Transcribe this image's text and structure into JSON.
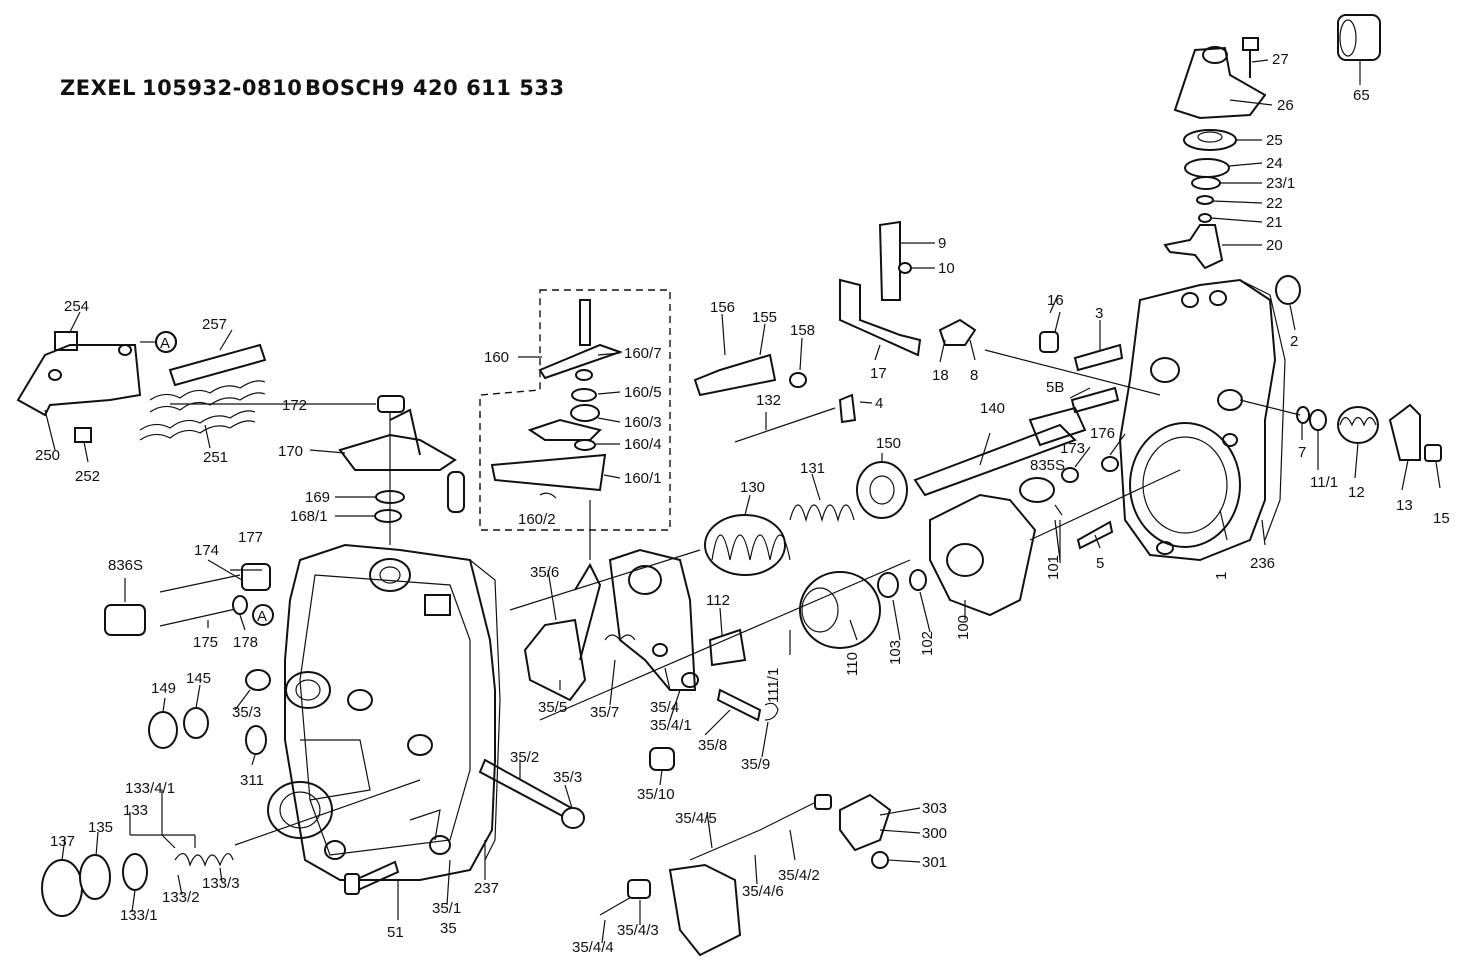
{
  "header": {
    "zexel_label": "ZEXEL",
    "zexel_number": "105932-0810",
    "bosch_label": "BOSCH",
    "bosch_number": "9 420 611 533"
  },
  "parts": {
    "p1": "1",
    "p2": "2",
    "p3": "3",
    "p4": "4",
    "p5": "5",
    "p5b": "5B",
    "p7": "7",
    "p8": "8",
    "p9": "9",
    "p10": "10",
    "p11_1": "11/1",
    "p12": "12",
    "p13": "13",
    "p15": "15",
    "p16": "16",
    "p17": "17",
    "p18": "18",
    "p20": "20",
    "p21": "21",
    "p22": "22",
    "p23_1": "23/1",
    "p24": "24",
    "p25": "25",
    "p26": "26",
    "p27": "27",
    "p65": "65",
    "p35": "35",
    "p35_1": "35/1",
    "p35_2": "35/2",
    "p35_3a": "35/3",
    "p35_3b": "35/3",
    "p35_4": "35/4",
    "p35_4_1": "35/4/1",
    "p35_4_2": "35/4/2",
    "p35_4_3": "35/4/3",
    "p35_4_4": "35/4/4",
    "p35_4_5": "35/4/5",
    "p35_4_6": "35/4/6",
    "p35_5": "35/5",
    "p35_6": "35/6",
    "p35_7": "35/7",
    "p35_8": "35/8",
    "p35_9": "35/9",
    "p35_10": "35/10",
    "p51": "51",
    "p100": "100",
    "p101": "101",
    "p102": "102",
    "p103": "103",
    "p110": "110",
    "p111_1": "111/1",
    "p112": "112",
    "p130": "130",
    "p131": "131",
    "p132": "132",
    "p133": "133",
    "p133_1": "133/1",
    "p133_2": "133/2",
    "p133_3": "133/3",
    "p133_4_1": "133/4/1",
    "p135": "135",
    "p137": "137",
    "p140": "140",
    "p145": "145",
    "p149": "149",
    "p150": "150",
    "p155": "155",
    "p156": "156",
    "p158": "158",
    "p160": "160",
    "p160_1": "160/1",
    "p160_2": "160/2",
    "p160_3": "160/3",
    "p160_4": "160/4",
    "p160_5": "160/5",
    "p160_7": "160/7",
    "p168_1": "168/1",
    "p169": "169",
    "p170": "170",
    "p172": "172",
    "p173": "173",
    "p174": "174",
    "p175": "175",
    "p176": "176",
    "p177": "177",
    "p178": "178",
    "p236": "236",
    "p237": "237",
    "p250": "250",
    "p251": "251",
    "p252": "252",
    "p254": "254",
    "p257": "257",
    "p300": "300",
    "p301": "301",
    "p303": "303",
    "p311": "311",
    "p835s": "835S",
    "p836s": "836S",
    "markA1": "A",
    "markA2": "A"
  }
}
